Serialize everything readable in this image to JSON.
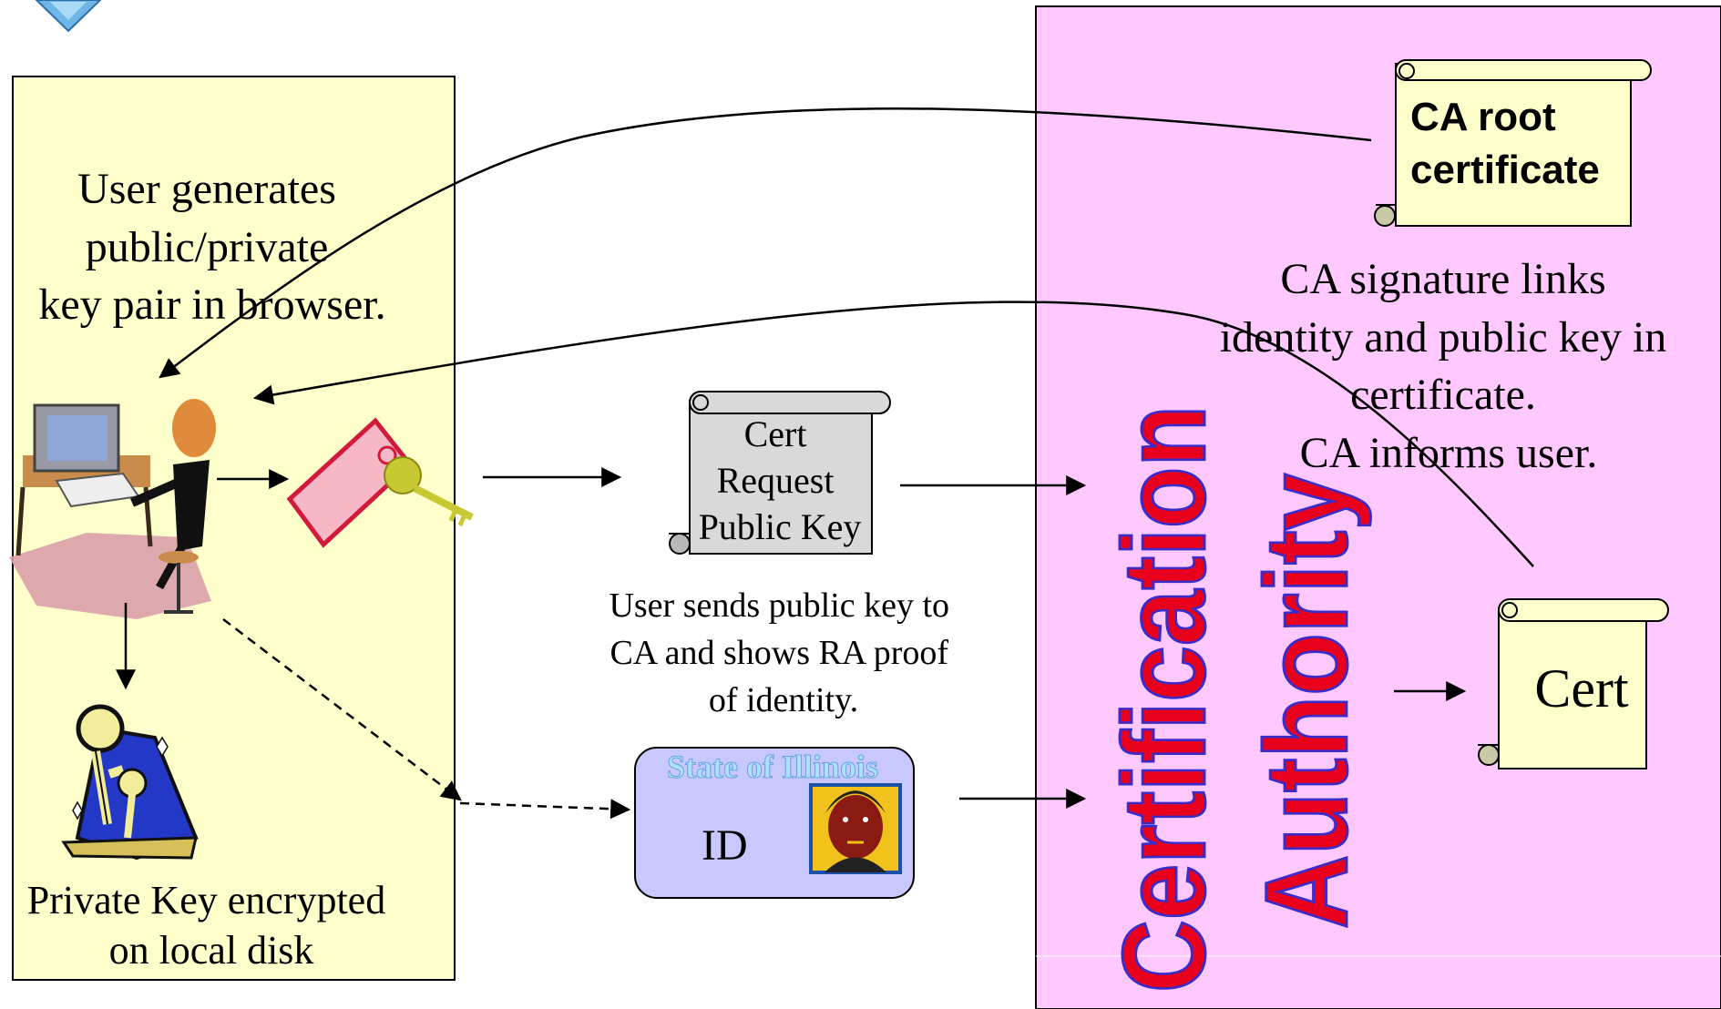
{
  "user_panel": {
    "caption": [
      "User generates",
      "public/private",
      "key pair in browser."
    ],
    "bottom_caption": [
      "Private Key encrypted",
      "on local disk"
    ],
    "fill": "#FFFFCC"
  },
  "middle": {
    "cert_request": [
      "Cert",
      "Request",
      "Public Key"
    ],
    "sends_caption": [
      "User sends public key to",
      "CA and shows RA proof",
      "of identity."
    ],
    "id_card": {
      "header": "State of Illinois",
      "label": "ID"
    }
  },
  "ca_panel": {
    "fill": "#FFC8FF",
    "vertical_title_1": "Certification",
    "vertical_title_2": "Authority",
    "title_color": "#E8001C",
    "root_cert": [
      "CA root",
      "certificate"
    ],
    "signature_caption": [
      "CA signature links",
      "identity and public key in",
      "certificate.",
      "CA informs user."
    ],
    "cert_label": "Cert"
  },
  "icons": [
    "logo-icon",
    "computer-user-icon",
    "key-tag-icon",
    "locked-keys-icon",
    "face-photo-icon"
  ]
}
